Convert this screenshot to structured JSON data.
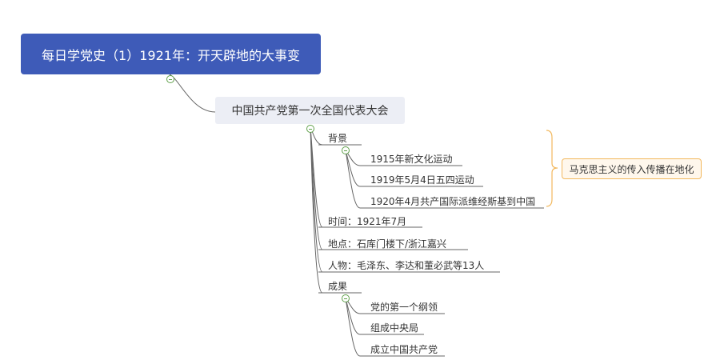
{
  "root": {
    "title": "每日学党史（1）1921年：开天辟地的大事变"
  },
  "level1": {
    "title": "中国共产党第一次全国代表大会"
  },
  "background": {
    "label": "背景",
    "items": [
      "1915年新文化运动",
      "1919年5月4日五四运动",
      "1920年4月共产国际派维经斯基到中国"
    ],
    "summary": "马克思主义的传入传播在地化"
  },
  "time": "时间：1921年7月",
  "place": "地点：石库门楼下/浙江嘉兴",
  "people": "人物：毛泽东、李达和董必武等13人",
  "results": {
    "label": "成果",
    "items": [
      "党的第一个纲领",
      "组成中央局",
      "成立中国共产党"
    ]
  },
  "colors": {
    "root_bg": "#3e5bb8",
    "level1_bg": "#eceef5",
    "summary_border": "#f2b85e",
    "toggle": "#5fa04a"
  }
}
